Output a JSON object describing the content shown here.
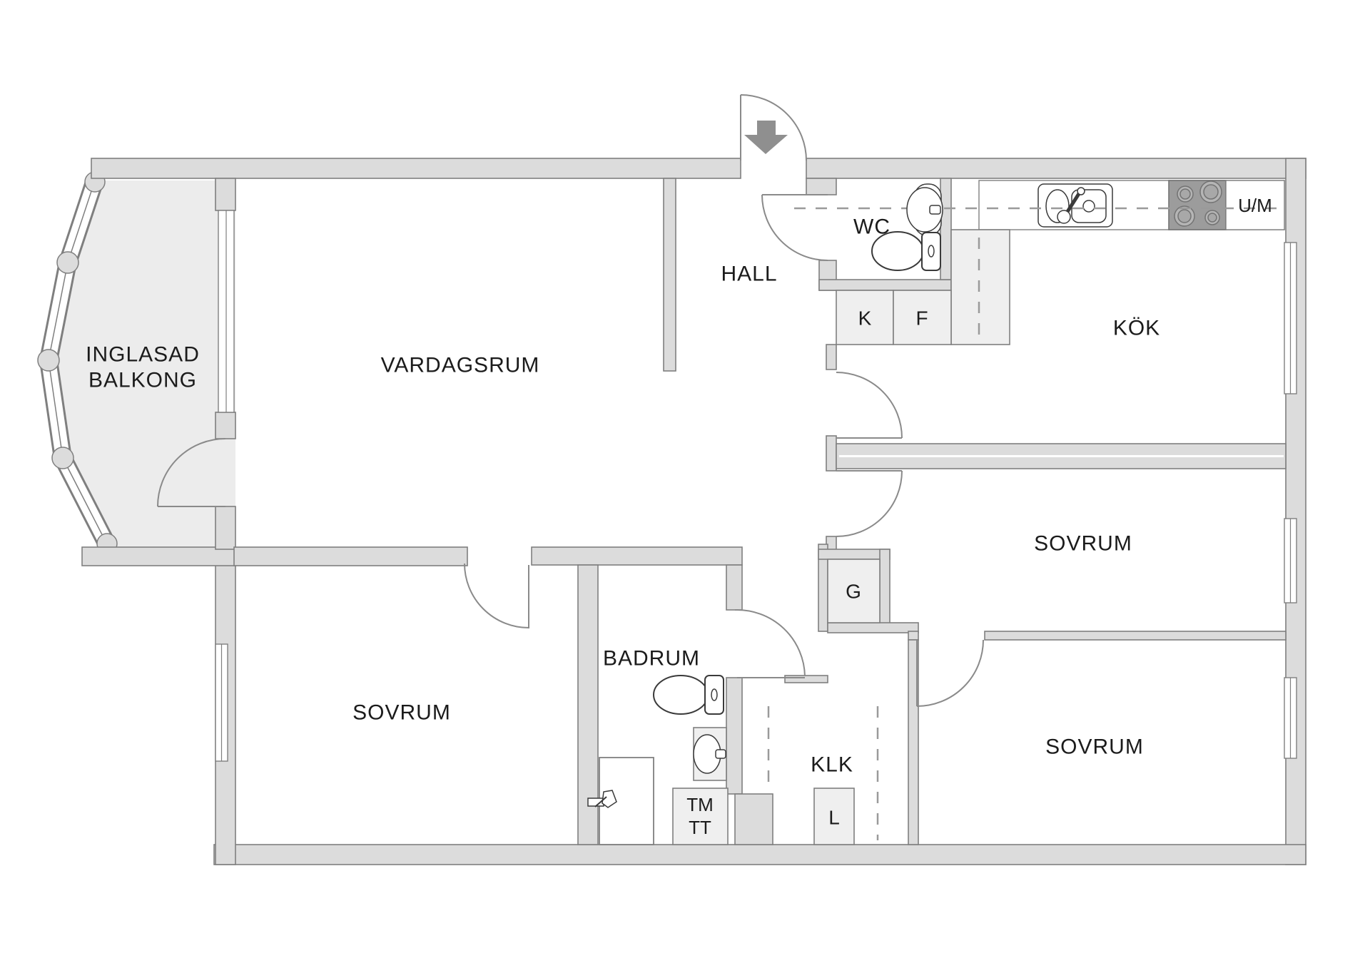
{
  "floorplan": {
    "rooms": {
      "balcony": {
        "line1": "INGLASAD",
        "line2": "BALKONG"
      },
      "living": {
        "label": "VARDAGSRUM"
      },
      "hall": {
        "label": "HALL"
      },
      "wc": {
        "label": "WC"
      },
      "kitchen": {
        "label": "KÖK"
      },
      "bedroom_mid": {
        "label": "SOVRUM"
      },
      "bedroom_sw": {
        "label": "SOVRUM"
      },
      "bedroom_se": {
        "label": "SOVRUM"
      },
      "bathroom": {
        "label": "BADRUM"
      },
      "closet": {
        "label": "KLK"
      }
    },
    "fixtures": {
      "fridge": "K",
      "freezer": "F",
      "appliance_um": "U/M",
      "wardrobe": "G",
      "linen": "L",
      "washer": "TM",
      "dryer": "TT"
    },
    "colors": {
      "wall_fill": "#dcdcdc",
      "wall_stroke": "#7f7f7f",
      "closet_fill": "#efefef",
      "balcony_floor": "#ececec",
      "stove_fill": "#9c9c9c",
      "arrow": "#8f8f8f",
      "text": "#1b1b1b"
    }
  }
}
